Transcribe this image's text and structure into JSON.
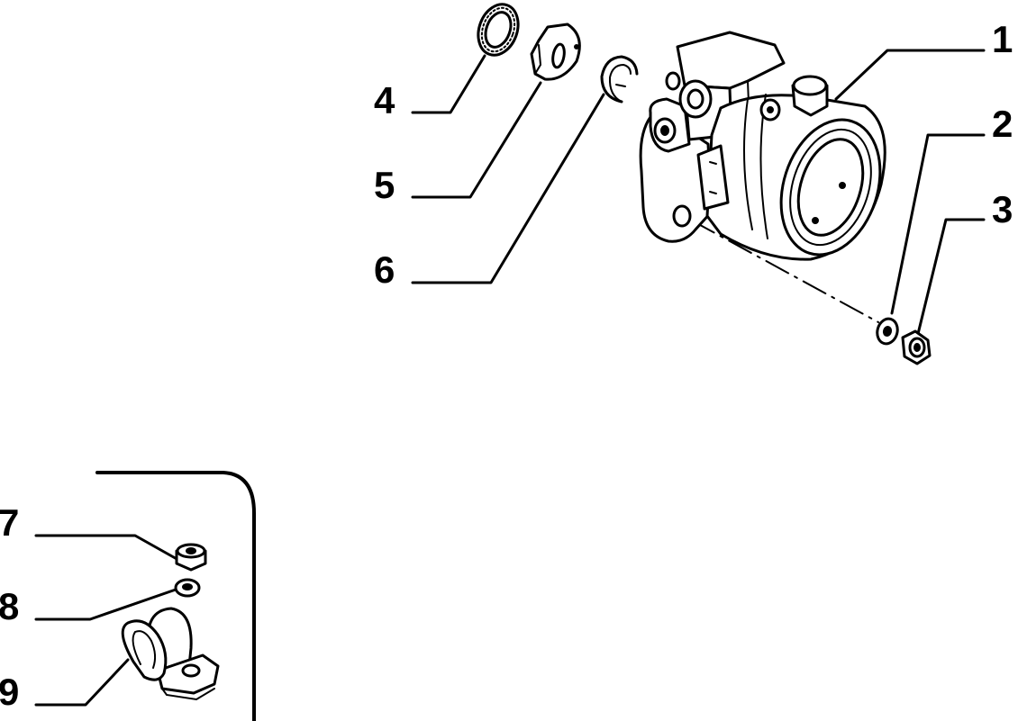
{
  "diagram": {
    "parts": [
      {
        "number": "1",
        "icon": "pump-housing-icon"
      },
      {
        "number": "2",
        "icon": "washer-icon"
      },
      {
        "number": "3",
        "icon": "nut-icon"
      },
      {
        "number": "4",
        "icon": "ring-gasket-icon"
      },
      {
        "number": "5",
        "icon": "cam-plate-icon"
      },
      {
        "number": "6",
        "icon": "circlip-icon"
      },
      {
        "number": "7",
        "icon": "nut-icon"
      },
      {
        "number": "8",
        "icon": "washer-icon"
      },
      {
        "number": "9",
        "icon": "pipe-clamp-icon"
      }
    ]
  }
}
